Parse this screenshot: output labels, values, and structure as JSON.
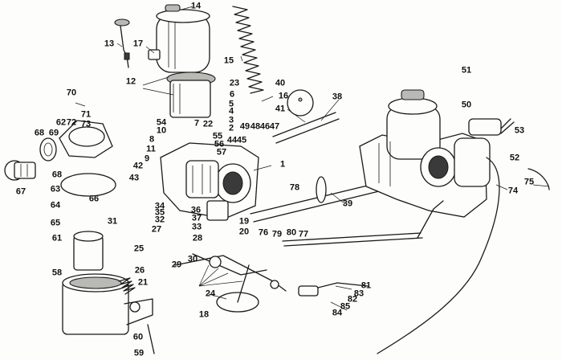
{
  "diagram": {
    "part_labels": [
      "1",
      "2",
      "3",
      "4",
      "5",
      "6",
      "7",
      "8",
      "9",
      "10",
      "11",
      "12",
      "13",
      "14",
      "15",
      "16",
      "17",
      "18",
      "19",
      "20",
      "21",
      "22",
      "23",
      "24",
      "25",
      "26",
      "27",
      "28",
      "29",
      "30",
      "31",
      "32",
      "33",
      "34",
      "35",
      "36",
      "37",
      "38",
      "39",
      "40",
      "41",
      "42",
      "43",
      "44",
      "45",
      "46",
      "47",
      "48",
      "49",
      "50",
      "51",
      "52",
      "53",
      "54",
      "55",
      "56",
      "57",
      "58",
      "59",
      "60",
      "61",
      "62",
      "63",
      "64",
      "65",
      "66",
      "67",
      "68",
      "68",
      "69",
      "70",
      "71",
      "72",
      "73",
      "74",
      "75",
      "76",
      "77",
      "78",
      "79",
      "80",
      "81",
      "82",
      "83",
      "84",
      "85"
    ]
  }
}
